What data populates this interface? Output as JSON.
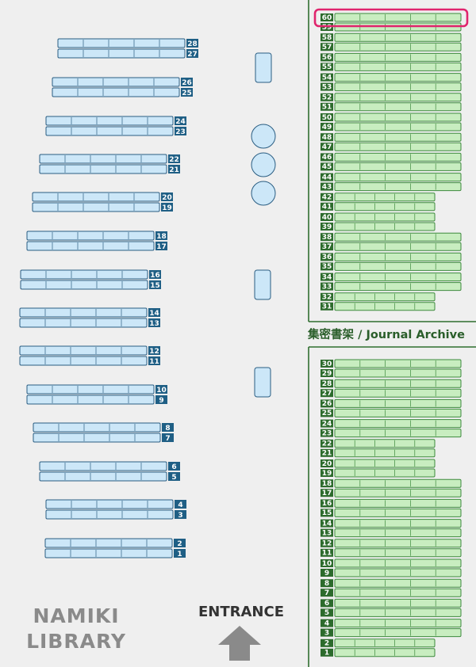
{
  "library": {
    "name_line1": "NAMIKI",
    "name_line2": "LIBRARY"
  },
  "entrance": {
    "label": "ENTRANCE"
  },
  "archive": {
    "label": "集密書架 / Journal Archive"
  },
  "colors": {
    "background": "#efefef",
    "stack_fill": "#cce7f8",
    "stack_stroke": "#2a5d82",
    "stack_label_bg": "#1f5f85",
    "archive_fill": "#c8edc0",
    "archive_stroke": "#3d8a3d",
    "archive_label_bg": "#2c6b2c",
    "archive_border": "#2f6e2f",
    "highlight": "#e0246d",
    "arrow": "#8a8a8a"
  },
  "general_stacks": [
    {
      "upper": "28",
      "lower": "27"
    },
    {
      "upper": "26",
      "lower": "25"
    },
    {
      "upper": "24",
      "lower": "23"
    },
    {
      "upper": "22",
      "lower": "21"
    },
    {
      "upper": "20",
      "lower": "19"
    },
    {
      "upper": "18",
      "lower": "17"
    },
    {
      "upper": "16",
      "lower": "15"
    },
    {
      "upper": "14",
      "lower": "13"
    },
    {
      "upper": "12",
      "lower": "11"
    },
    {
      "upper": "10",
      "lower": "9"
    },
    {
      "upper": "8",
      "lower": "7"
    },
    {
      "upper": "6",
      "lower": "5"
    },
    {
      "upper": "4",
      "lower": "3"
    },
    {
      "upper": "2",
      "lower": "1"
    }
  ],
  "archive_upper": [
    {
      "upper": "60",
      "lower": "59"
    },
    {
      "upper": "58",
      "lower": "57"
    },
    {
      "upper": "56",
      "lower": "55"
    },
    {
      "upper": "54",
      "lower": "53"
    },
    {
      "upper": "52",
      "lower": "51"
    },
    {
      "upper": "50",
      "lower": "49"
    },
    {
      "upper": "48",
      "lower": "47"
    },
    {
      "upper": "46",
      "lower": "45"
    },
    {
      "upper": "44",
      "lower": "43"
    },
    {
      "upper": "42",
      "lower": "41"
    },
    {
      "upper": "40",
      "lower": "39"
    },
    {
      "upper": "38",
      "lower": "37"
    },
    {
      "upper": "36",
      "lower": "35"
    },
    {
      "upper": "34",
      "lower": "33"
    },
    {
      "upper": "32",
      "lower": "31"
    }
  ],
  "archive_lower": [
    {
      "upper": "30",
      "lower": "29"
    },
    {
      "upper": "28",
      "lower": "27"
    },
    {
      "upper": "26",
      "lower": "25"
    },
    {
      "upper": "24",
      "lower": "23"
    },
    {
      "upper": "22",
      "lower": "21"
    },
    {
      "upper": "20",
      "lower": "19"
    },
    {
      "upper": "18",
      "lower": "17"
    },
    {
      "upper": "16",
      "lower": "15"
    },
    {
      "upper": "14",
      "lower": "13"
    },
    {
      "upper": "12",
      "lower": "11"
    },
    {
      "upper": "10",
      "lower": "9"
    },
    {
      "upper": "8",
      "lower": "7"
    },
    {
      "upper": "6",
      "lower": "5"
    },
    {
      "upper": "4",
      "lower": "3"
    },
    {
      "upper": "2",
      "lower": "1"
    }
  ],
  "highlighted_shelf": "60"
}
